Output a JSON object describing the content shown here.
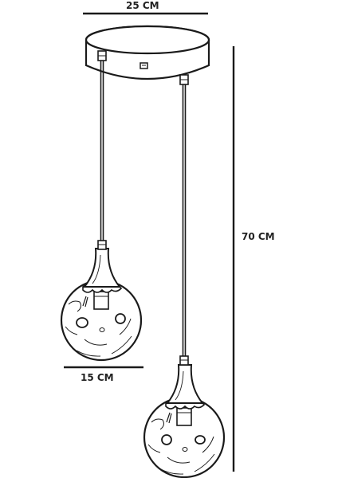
{
  "dimensions": {
    "canopy_width": "25 CM",
    "total_height": "70 CM",
    "globe_diameter": "15 CM"
  },
  "colors": {
    "line": "#1a1a1a",
    "fill": "#ffffff"
  }
}
